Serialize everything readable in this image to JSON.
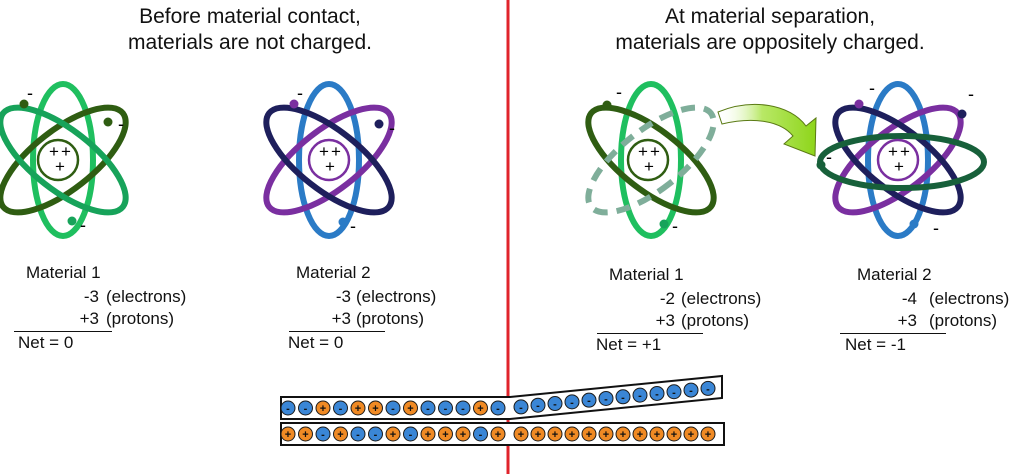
{
  "left_heading": [
    "Before material contact,",
    "materials are not charged."
  ],
  "right_heading": [
    "At material separation,",
    "materials are oppositely charged."
  ],
  "materials": [
    {
      "name": "Material 1",
      "electrons": "-3",
      "protons": "+3",
      "net": "Net = 0"
    },
    {
      "name": "Material 2",
      "electrons": "-3",
      "protons": "+3",
      "net": "Net = 0"
    },
    {
      "name": "Material 1",
      "electrons": "-2",
      "protons": "+3",
      "net": "Net = +1"
    },
    {
      "name": "Material 2",
      "electrons": "-4",
      "protons": "+3",
      "net": "Net = -1"
    }
  ],
  "labels": {
    "electrons": "(electrons)",
    "protons": "(protons)"
  },
  "symbols": {
    "plus": "+",
    "minus": "-"
  },
  "colors": {
    "divider": "#e0232b",
    "green_dark": "#2f5d12",
    "green_mid": "#17a35a",
    "green_light": "#1fbf5f",
    "green_faded": "#7fae9a",
    "blue": "#2b7bc6",
    "navy": "#1e1f5c",
    "purple": "#7a2fa0",
    "arrow": "#8ed51a",
    "electron_fill": "#3a86d6",
    "proton_fill": "#f08a24"
  }
}
